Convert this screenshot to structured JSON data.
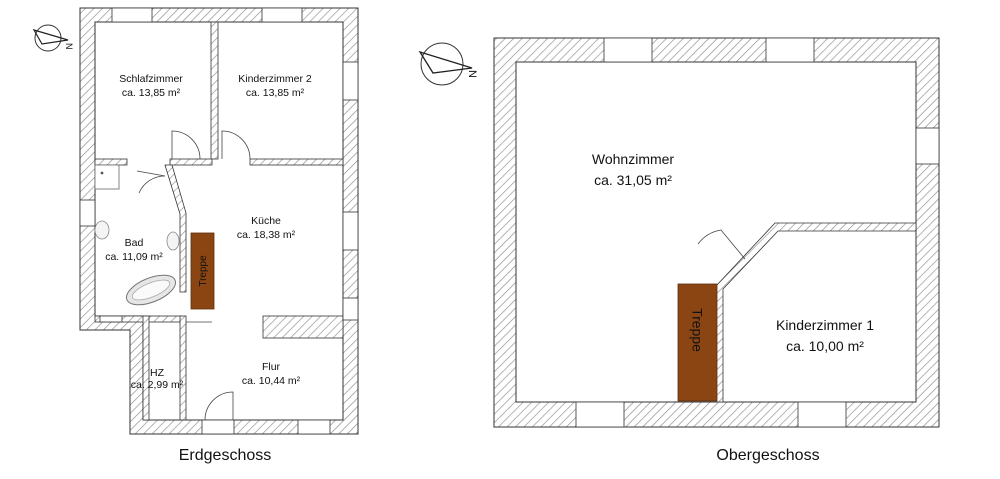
{
  "floors": [
    {
      "title": "Erdgeschoss",
      "rooms": [
        {
          "name": "Schlafzimmer",
          "area": "ca. 13,85 m²"
        },
        {
          "name": "Kinderzimmer 2",
          "area": "ca. 13,85 m²"
        },
        {
          "name": "Küche",
          "area": "ca. 18,38 m²"
        },
        {
          "name": "Bad",
          "area": "ca. 11,09 m²"
        },
        {
          "name": "HZ",
          "area": "ca. 2,99 m²"
        },
        {
          "name": "Flur",
          "area": "ca. 10,44 m²"
        }
      ],
      "stairs": "Treppe",
      "compass": "N"
    },
    {
      "title": "Obergeschoss",
      "rooms": [
        {
          "name": "Wohnzimmer",
          "area": "ca. 31,05 m²"
        },
        {
          "name": "Kinderzimmer 1",
          "area": "ca. 10,00 m²"
        }
      ],
      "stairs": "Treppe",
      "compass": "N"
    }
  ],
  "colors": {
    "wall_hatch": "#8c8c8c",
    "stairs": "#8b4513",
    "window_fill": "#ffffff",
    "line": "#333333"
  }
}
